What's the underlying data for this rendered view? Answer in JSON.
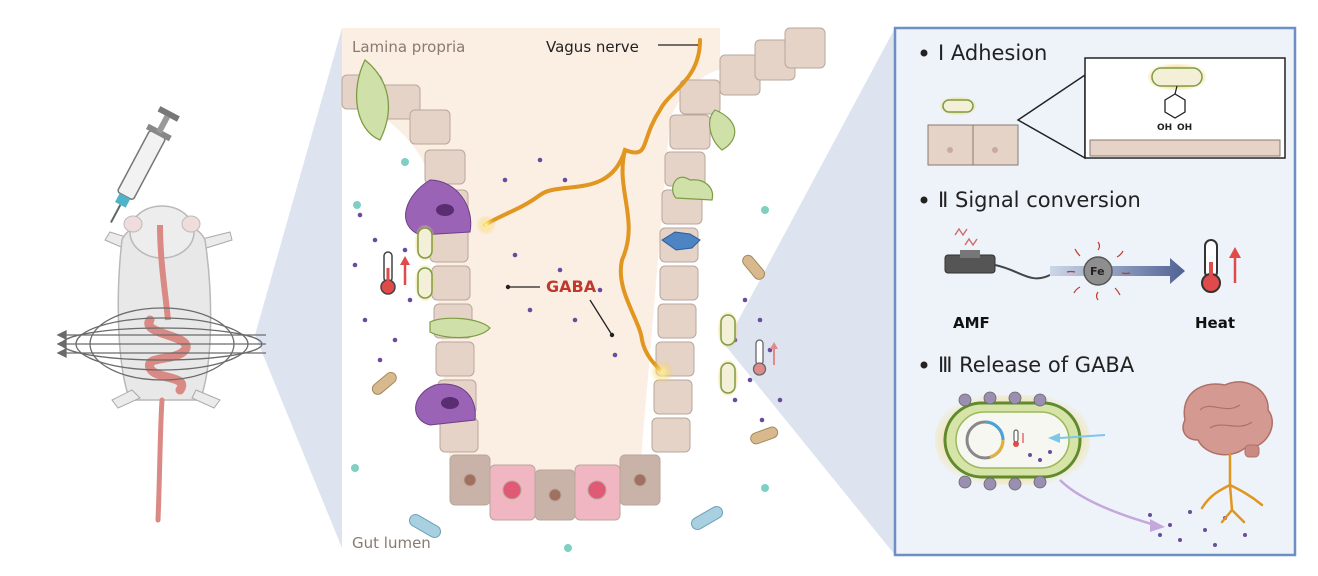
{
  "middle_panel": {
    "lamina_propria_label": "Lamina propria",
    "vagus_nerve_label": "Vagus nerve",
    "gaba_label": "GABA",
    "gut_lumen_label": "Gut lumen"
  },
  "right_panel": {
    "steps": [
      {
        "label": "Ⅰ Adhesion"
      },
      {
        "label": "Ⅱ Signal conversion"
      },
      {
        "label": "Ⅲ Release of GABA"
      }
    ],
    "amf_label": "AMF",
    "heat_label": "Heat",
    "fe_label": "Fe",
    "oh_label_1": "OH",
    "oh_label_2": "OH"
  },
  "colors": {
    "lamina_bg": "#fbeee3",
    "epithelium": "#e6d3c8",
    "nerve": "#e0961f",
    "gaba_text": "#c0392b",
    "panel_border": "#6d8fc4",
    "panel_bg": "#eef3fa",
    "bacteria_fill": "#f4f0d8",
    "bacteria_outline": "#8aa23a",
    "brain": "#d49a92"
  },
  "icons": [
    "syringe-icon",
    "mouse-icon",
    "magnetic-field-icon",
    "thermometer-icon",
    "bacterium-icon",
    "magnet-device-icon",
    "iron-nanoparticle-icon",
    "brain-icon",
    "plasmid-icon",
    "neuron-icon"
  ]
}
